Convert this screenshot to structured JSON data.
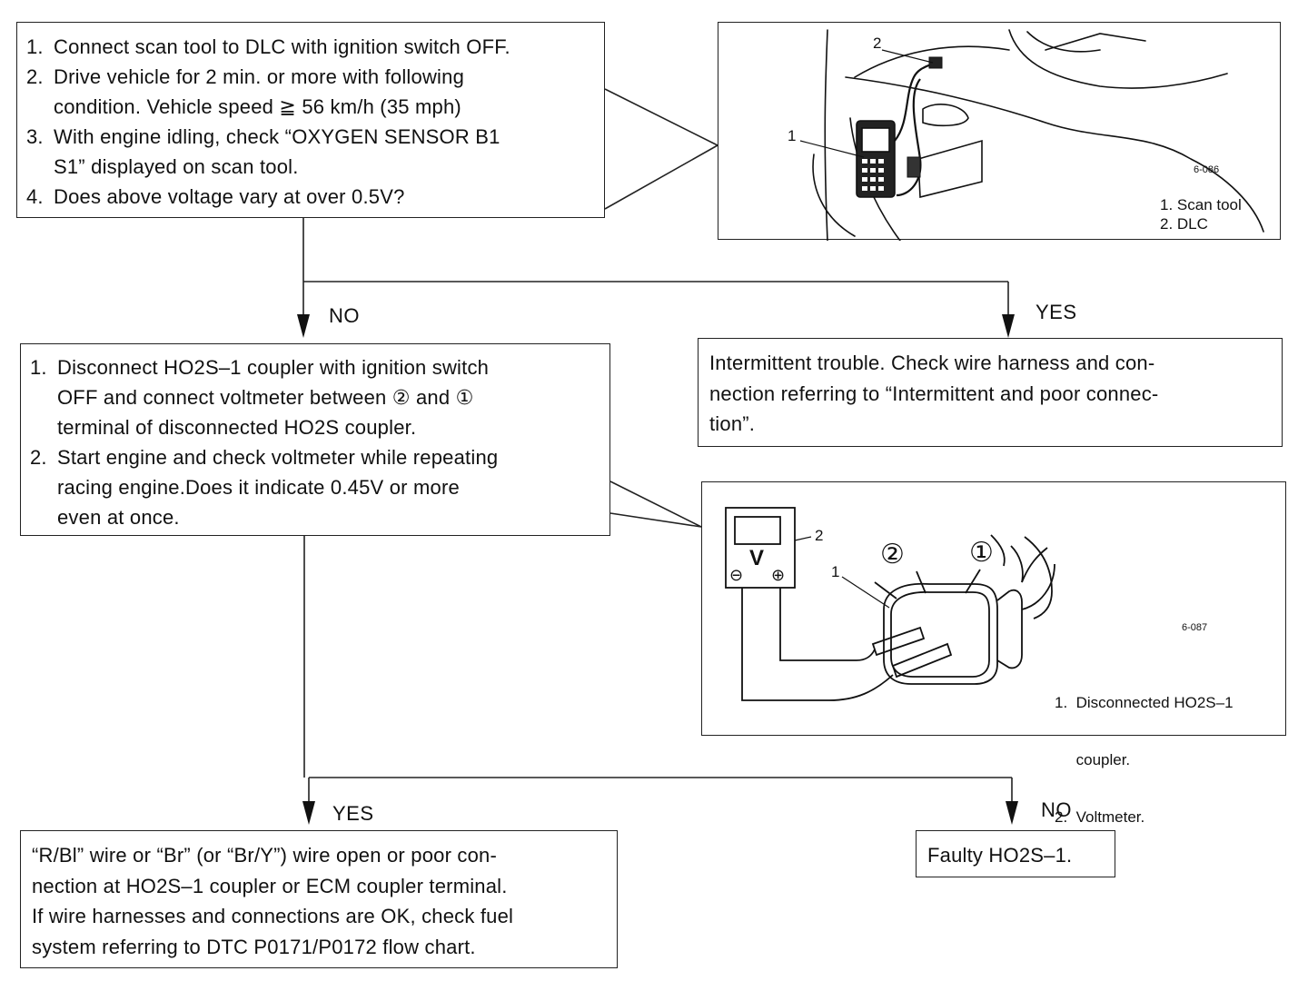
{
  "step1": {
    "items": [
      {
        "num": "1.",
        "lines": [
          "Connect scan tool to DLC with ignition switch OFF."
        ]
      },
      {
        "num": "2.",
        "lines": [
          "Drive vehicle for 2 min. or more with following",
          "condition.  Vehicle speed ≧ 56 km/h (35 mph)"
        ]
      },
      {
        "num": "3.",
        "lines": [
          "With engine idling, check “OXYGEN SENSOR B1",
          "S1” displayed on scan tool."
        ]
      },
      {
        "num": "4.",
        "lines": [
          "Does above voltage vary at over 0.5V?"
        ]
      }
    ]
  },
  "figure1": {
    "code": "6-086",
    "callout_1": "1",
    "callout_2": "2",
    "legend": [
      "1.  Scan tool",
      "2.  DLC"
    ]
  },
  "branch1": {
    "no_label": "NO",
    "yes_label": "YES"
  },
  "intermittent_box": {
    "lines": [
      "Intermittent trouble.  Check wire harness and con-",
      "nection referring to “Intermittent and poor connec-",
      "tion”."
    ]
  },
  "step2": {
    "items": [
      {
        "num": "1.",
        "lines": [
          "Disconnect HO2S–1 coupler with ignition switch",
          "OFF and connect voltmeter between ② and ①",
          "terminal of disconnected HO2S coupler."
        ]
      },
      {
        "num": "2.",
        "lines": [
          "Start engine and check voltmeter while repeating",
          "racing engine.Does it indicate 0.45V or more",
          "even at once."
        ]
      }
    ]
  },
  "figure2": {
    "code": "6-087",
    "meter_unit": "V",
    "minus_sign": "⊖",
    "plus_sign": "⊕",
    "callout_1": "1",
    "callout_2": "2",
    "terminal_2": "②",
    "terminal_1": "①",
    "legend": [
      "1.  Disconnected HO2S–1",
      "     coupler.",
      "2.  Voltmeter."
    ]
  },
  "branch2": {
    "yes_label": "YES",
    "no_label": "NO"
  },
  "wire_box": {
    "lines": [
      "“R/Bl” wire or “Br” (or “Br/Y”) wire open or poor con-",
      "nection at HO2S–1 coupler or ECM coupler terminal.",
      "If wire harnesses and connections are OK, check fuel",
      "system referring to DTC P0171/P0172 flow chart."
    ]
  },
  "faulty_box": {
    "text": "Faulty HO2S–1."
  }
}
